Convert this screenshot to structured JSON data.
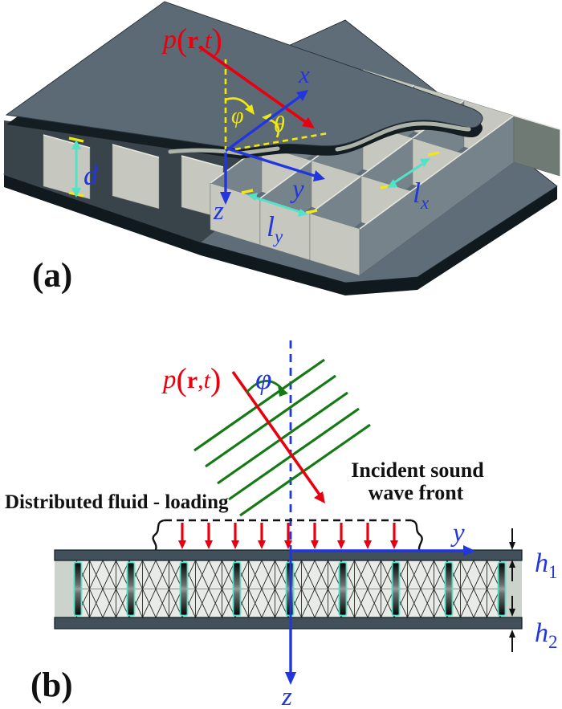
{
  "figure": {
    "colors": {
      "accent_red": "#e8000f",
      "accent_blue": "#2236e0",
      "accent_yellow": "#f2e713",
      "accent_cyan": "#52e2c8",
      "accent_green": "#157a15",
      "plate_gray": "#5c6a75",
      "plate_edge_dark": "#141d22",
      "wall_light": "#c6c7be",
      "wall_medium": "#77838a",
      "core_fill": "#e9ebe6",
      "text_black": "#111111"
    },
    "panel_a": {
      "tag": "(a)",
      "pressure_label": {
        "p": "p",
        "open": "(",
        "r": "r",
        "comma": ",",
        "t": "t",
        "close": ")"
      },
      "angle_phi": "φ",
      "angle_theta": "θ",
      "axis_x": "x",
      "axis_y": "y",
      "axis_z": "z",
      "core_depth": "d",
      "pitch_x": {
        "base": "l",
        "sub": "x"
      },
      "pitch_y": {
        "base": "l",
        "sub": "y"
      }
    },
    "panel_b": {
      "tag": "(b)",
      "pressure_label": {
        "p": "p",
        "open": "(",
        "r": "r",
        "comma": ",",
        "t": "t",
        "close": ")"
      },
      "angle_phi": "φ",
      "incident_text_line1": "Incident sound",
      "incident_text_line2": "wave front",
      "fluid_loading_text": "Distributed fluid - loading",
      "axis_y": "y",
      "axis_z": "z",
      "thickness_top": {
        "base": "h",
        "sub": "1"
      },
      "thickness_bottom": {
        "base": "h",
        "sub": "2"
      }
    }
  }
}
